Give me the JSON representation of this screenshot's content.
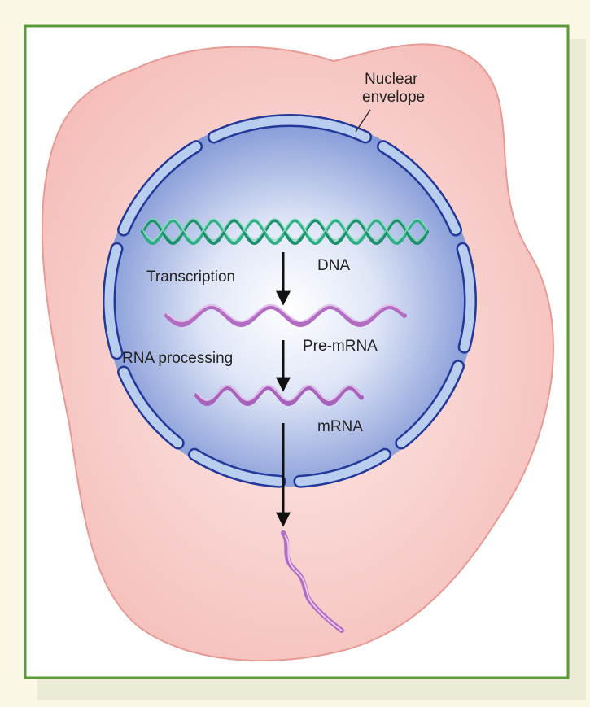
{
  "labels": {
    "nuclear_envelope_line1": "Nuclear",
    "nuclear_envelope_line2": "envelope",
    "dna": "DNA",
    "transcription": "Transcription",
    "pre_mrna": "Pre-mRNA",
    "rna_processing": "RNA processing",
    "mrna": "mRNA"
  },
  "colors": {
    "background": "#fbf9e6",
    "frame_border": "#5a9a3a",
    "cytoplasm": "#f6c6c2",
    "nucleus_center": "#ffffff",
    "nucleus_edge": "#7f95d6",
    "envelope_fill": "#b9cdef",
    "envelope_stroke": "#23399a",
    "dna_strand": "#2fae85",
    "rna_strand": "#b26cc2",
    "arrow": "#111111"
  }
}
